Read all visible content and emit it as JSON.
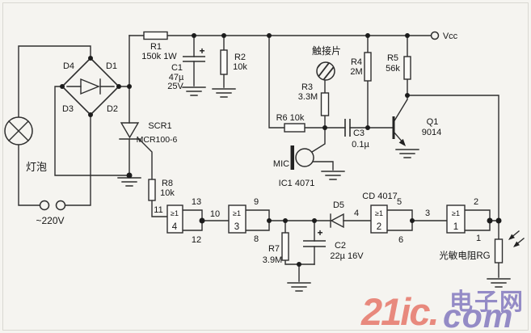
{
  "watermark": {
    "brand": "21ic.",
    "cn": "电子网",
    "com": "com"
  },
  "power": {
    "vcc": "Vcc",
    "mains": "~220V",
    "lamp": "灯泡"
  },
  "semiconductors": {
    "d1": "D1",
    "d2": "D2",
    "d3": "D3",
    "d4": "D4",
    "d5": "D5",
    "scr": "SCR1",
    "scr_part": "MCR100-6",
    "q1": "Q1",
    "q1_part": "9014"
  },
  "resistors": {
    "r1": "R1",
    "r1_val": "150k 1W",
    "r2": "R2",
    "r2_val": "10k",
    "r3": "R3",
    "r3_val": "3.3M",
    "r4": "R4",
    "r4_val": "2M",
    "r5": "R5",
    "r5_val": "56k",
    "r6": "R6 10k",
    "r7": "R7",
    "r7_val": "3.9M",
    "r8": "R8",
    "r8_val": "10k",
    "ldr": "光敏电阻RG"
  },
  "capacitors": {
    "c1": "C1",
    "c1_val1": "47µ",
    "c1_val2": "25V",
    "c2": "C2",
    "c2_val": "22µ 16V",
    "c3": "C3",
    "c3_val": "0.1µ",
    "plus": "+"
  },
  "ics": {
    "ic1": "IC1 4071",
    "cd": "CD 4017",
    "gate_symbol": "≥1",
    "gate1": "1",
    "gate2": "2",
    "gate3": "3",
    "gate4": "4"
  },
  "pins": {
    "p1": "1",
    "p2": "2",
    "p3": "3",
    "p4": "4",
    "p5": "5",
    "p6": "6",
    "p8": "8",
    "p9": "9",
    "p10": "10",
    "p11": "11",
    "p12": "12",
    "p13": "13"
  },
  "misc": {
    "touch_plate": "触接片",
    "mic": "MIC"
  }
}
